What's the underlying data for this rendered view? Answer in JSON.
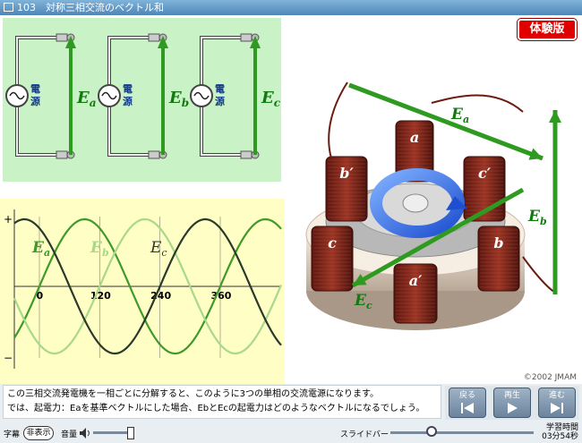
{
  "window": {
    "title": "103　対称三相交流のベクトル和"
  },
  "badge": {
    "label": "体験版"
  },
  "circuits": [
    {
      "source_label_1": "電",
      "source_label_2": "源",
      "emf": "E",
      "sub": "a"
    },
    {
      "source_label_1": "電",
      "source_label_2": "源",
      "emf": "E",
      "sub": "b"
    },
    {
      "source_label_1": "電",
      "source_label_2": "源",
      "emf": "E",
      "sub": "c"
    }
  ],
  "waveform": {
    "plus": "+",
    "minus": "−",
    "ticks": [
      "0",
      "120",
      "240",
      "360"
    ],
    "legend": [
      {
        "main": "E",
        "sub": "a",
        "color": "#3e9a2a"
      },
      {
        "main": "E",
        "sub": "b",
        "color": "#a8d88a"
      },
      {
        "main": "E",
        "sub": "c",
        "color": "#2a3a2a"
      }
    ]
  },
  "generator": {
    "coils": [
      "a",
      "b′",
      "c′",
      "c",
      "b",
      "a′"
    ],
    "vectors": [
      {
        "main": "E",
        "sub": "a"
      },
      {
        "main": "E",
        "sub": "b"
      },
      {
        "main": "E",
        "sub": "c"
      }
    ]
  },
  "copyright": "©2002 JMAM",
  "caption": {
    "line1": "この三相交流発電機を一相ごとに分解すると、このように3つの単相の交流電源になります。",
    "line2": "では、起電力：Eaを基準ベクトルにした場合、EbとEcの起電力はどのようなベクトルになるでしょう。"
  },
  "nav": {
    "back": "戻る",
    "play": "再生",
    "next": "進む"
  },
  "controls": {
    "subtitle_label": "字幕",
    "subtitle_toggle": "非表示",
    "volume_label": "音量",
    "slidebar_label": "スライドバー",
    "study_time_label": "学習時間",
    "study_time_value": "03分54秒"
  },
  "colors": {
    "arrow_green": "#2f9a20",
    "coil": "#7a2418",
    "badge": "#e00000"
  }
}
